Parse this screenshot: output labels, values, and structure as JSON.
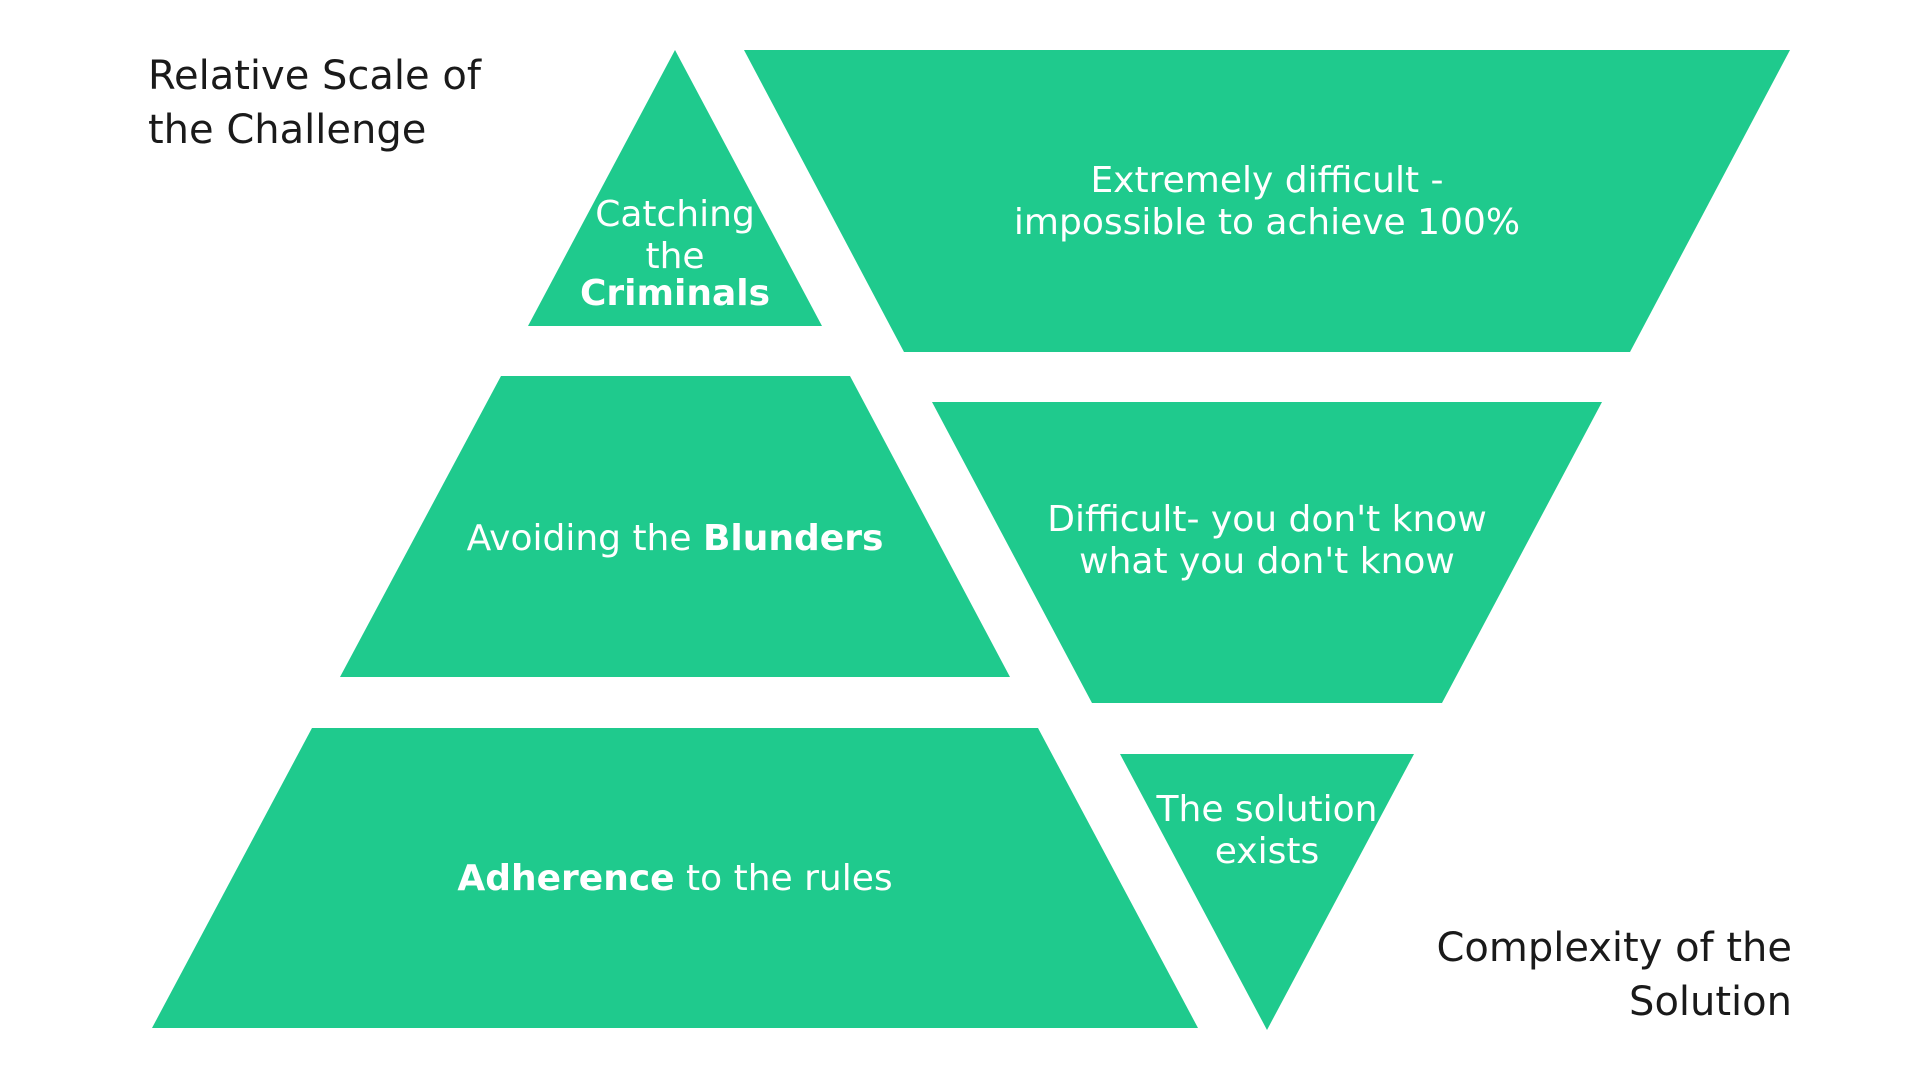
{
  "labels": {
    "challenge_axis": [
      "Relative Scale of",
      "the Challenge"
    ],
    "solution_axis": [
      "Complexity of the",
      "Solution"
    ]
  },
  "challenge_levels": [
    {
      "pre": "Catching",
      "mid": "the",
      "bold": "Criminals",
      "post": ""
    },
    {
      "pre": "Avoiding the ",
      "bold": "Blunders",
      "post": ""
    },
    {
      "pre": "",
      "bold": "Adherence",
      "post": " to the rules"
    }
  ],
  "solution_levels": [
    {
      "lines": [
        "Extremely difficult -",
        "impossible to achieve 100%"
      ]
    },
    {
      "lines": [
        "Difficult- you don't know",
        "what you don't know"
      ]
    },
    {
      "lines": [
        "The solution",
        "exists"
      ]
    }
  ],
  "colors": {
    "shape_fill": "#1fca8d",
    "shape_text": "#ffffff",
    "label_text": "#1a1a1a",
    "background": "#ffffff"
  }
}
